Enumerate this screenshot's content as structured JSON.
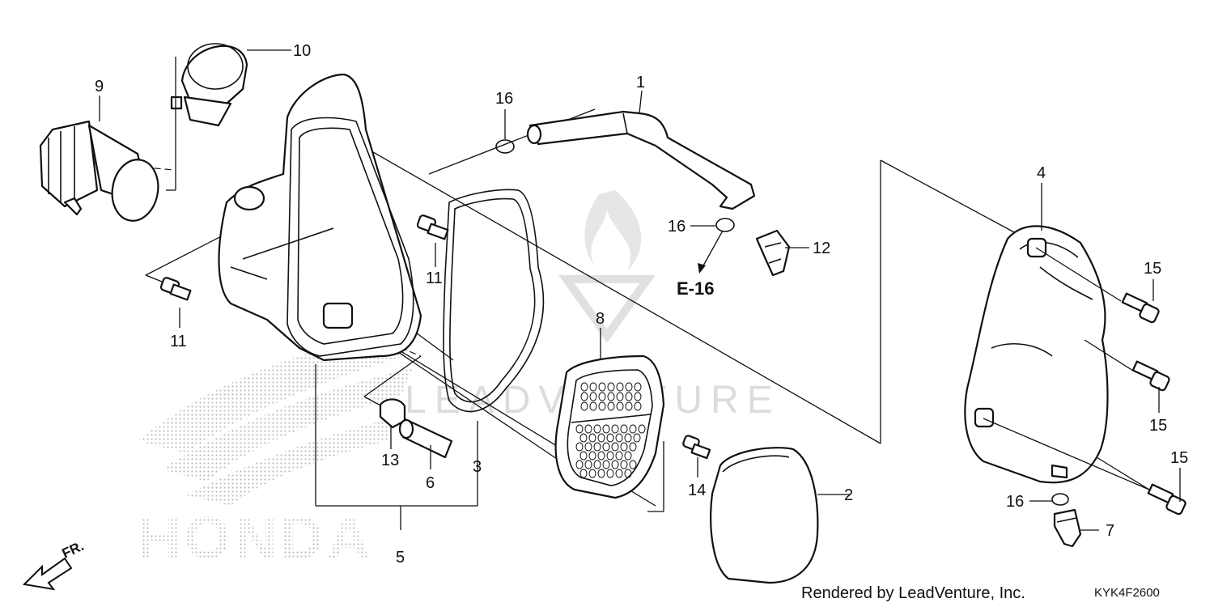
{
  "diagram": {
    "callouts": {
      "c1": "1",
      "c2": "2",
      "c3": "3",
      "c4": "4",
      "c5": "5",
      "c6": "6",
      "c7": "7",
      "c8": "8",
      "c9": "9",
      "c10": "10",
      "c11a": "11",
      "c11b": "11",
      "c12": "12",
      "c13": "13",
      "c14": "14",
      "c15a": "15",
      "c15b": "15",
      "c15c": "15",
      "c16a": "16",
      "c16b": "16",
      "c16c": "16"
    },
    "reference": "E-16",
    "direction_label": "FR.",
    "brand_watermark": "HONDA",
    "watermark": "LEADVENTURE",
    "footer_text": "Rendered by LeadVenture, Inc.",
    "drawing_code": "KYK4F2600"
  },
  "colors": {
    "ink": "#111111",
    "watermark": "#dcdcdc",
    "background": "#ffffff"
  }
}
